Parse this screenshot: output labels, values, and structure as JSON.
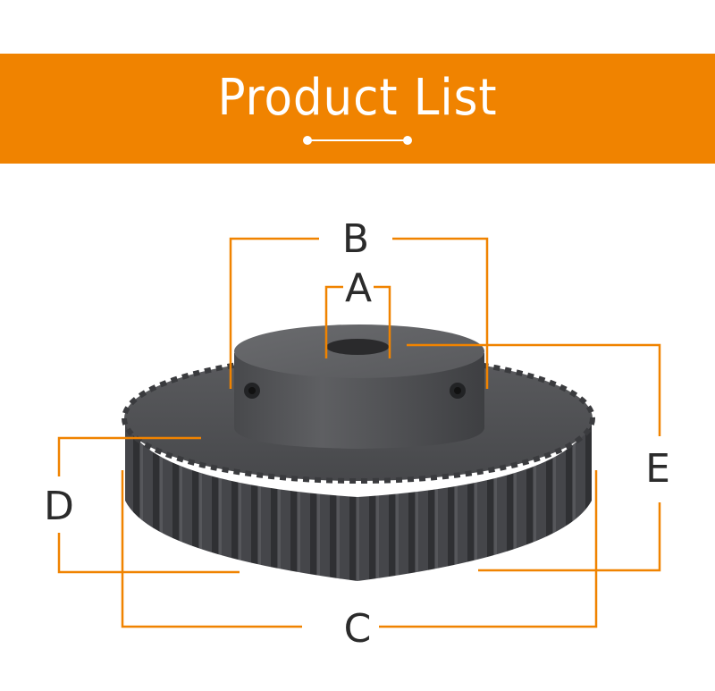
{
  "banner": {
    "title": "Product List",
    "background_color": "#F08300",
    "text_color": "#FFFFFF"
  },
  "diagram": {
    "subject": "spur-gear-with-hub",
    "callout_color": "#F08300",
    "labels": {
      "A": "A",
      "B": "B",
      "C": "C",
      "D": "D",
      "E": "E"
    }
  }
}
